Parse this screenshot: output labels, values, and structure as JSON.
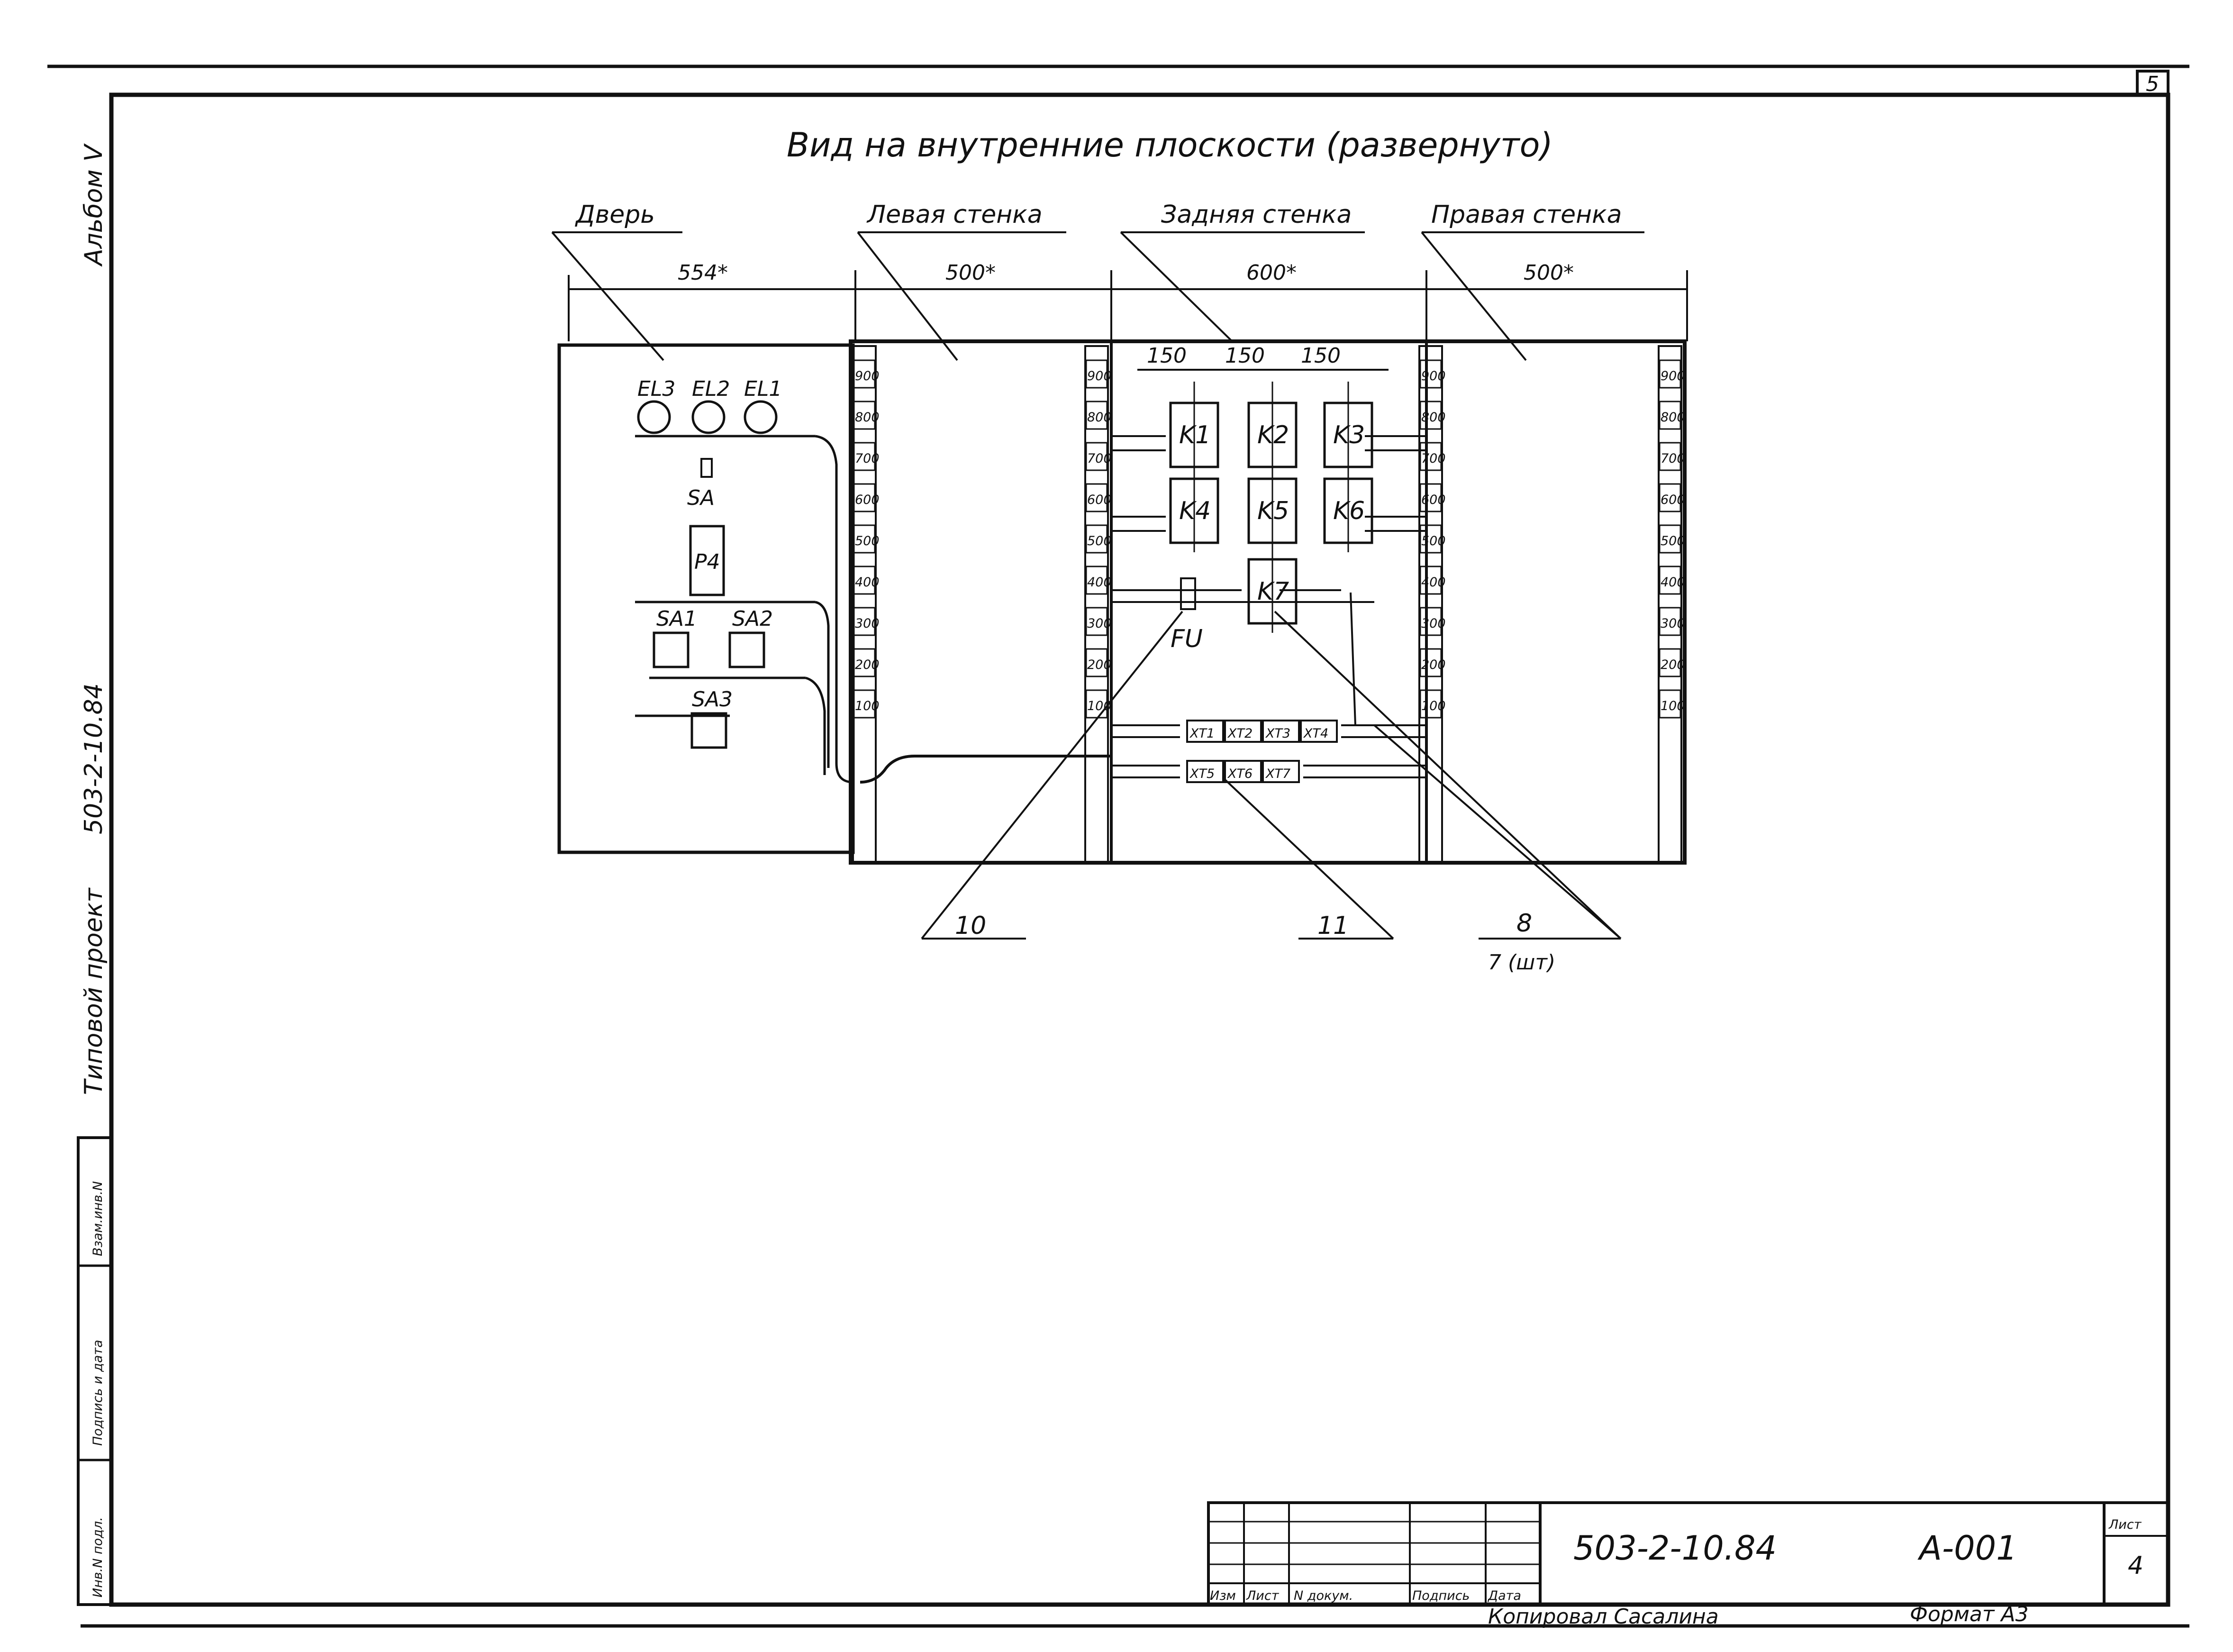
{
  "sheet_number": "5",
  "title": "Вид на внутренние плоскости (развернуто)",
  "side_stamp": {
    "album": "Альбом V",
    "project_label": "Типовой проект",
    "project_code": "503-2-10.84",
    "rows": [
      "Взам.инв.N",
      "Подпись и дата",
      "Инв.N подл."
    ]
  },
  "panels": {
    "door": {
      "label": "Дверь",
      "width": "554*"
    },
    "left_wall": {
      "label": "Левая стенка",
      "width": "500*"
    },
    "back_wall": {
      "label": "Задняя стенка",
      "width": "600*"
    },
    "right_wall": {
      "label": "Правая стенка",
      "width": "500*"
    }
  },
  "rail_marks": [
    "900",
    "800",
    "700",
    "600",
    "500",
    "400",
    "300",
    "200",
    "100"
  ],
  "back_spacings": [
    "150",
    "150",
    "150"
  ],
  "door_devices": {
    "lamps": [
      "EL3",
      "EL2",
      "EL1"
    ],
    "switch": "SA",
    "relay": "P4",
    "buttons": [
      "SA1",
      "SA2",
      "SA3"
    ]
  },
  "contactors": [
    "K1",
    "K2",
    "K3",
    "K4",
    "K5",
    "K6",
    "K7"
  ],
  "fuse": "FU",
  "terminals_row1": [
    "XT1",
    "XT2",
    "XT3",
    "XT4"
  ],
  "terminals_row2": [
    "XT5",
    "XT6",
    "XT7"
  ],
  "callouts": {
    "c10": "10",
    "c11": "11",
    "c8": "8",
    "c7": "7 (шт)"
  },
  "title_block": {
    "headers": [
      "Изм",
      "Лист",
      "N докум.",
      "Подпись",
      "Дата"
    ],
    "code": "503-2-10.84",
    "drawing": "А-001",
    "sheet_label": "Лист",
    "sheet_value": "4",
    "copied": "Копировал Сасалина",
    "format": "Формат А3"
  }
}
